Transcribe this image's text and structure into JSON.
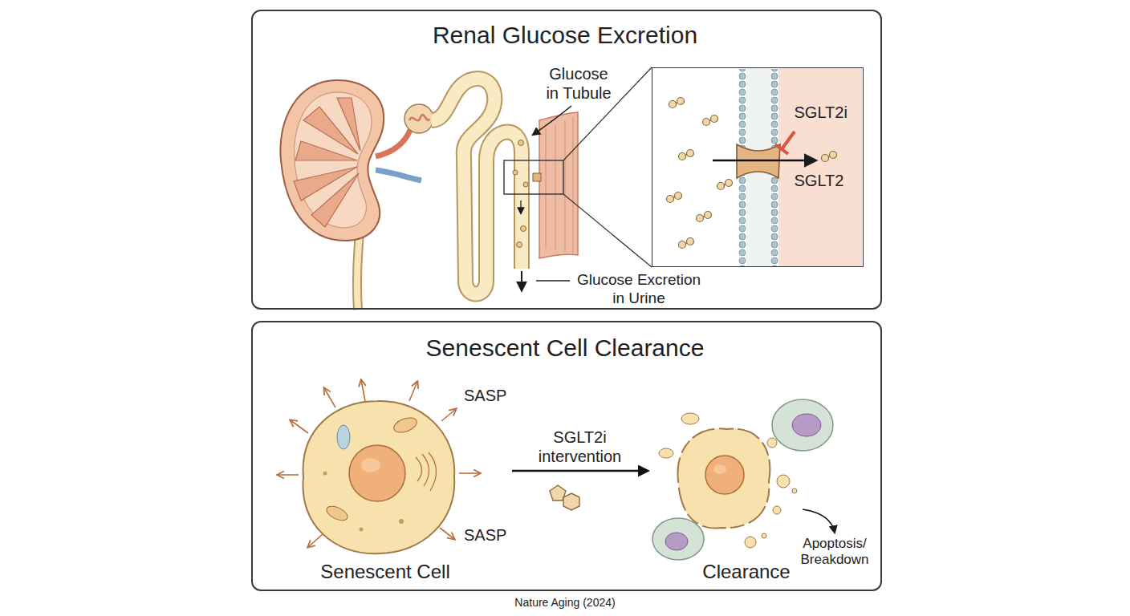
{
  "diagram": {
    "caption": "Nature Aging (2024)",
    "nodes": [
      {
        "text": [
          "Renal Glucose Excretion"
        ]
      },
      {
        "text": [
          "Senescent Cell Clearance"
        ]
      },
      {
        "text": [
          "SGLT2i",
          "SGLT2"
        ],
        "in": 0
      },
      {
        "text": [
          "Senescent Cell"
        ],
        "in": 1
      },
      {
        "text": [
          "Clearance"
        ],
        "in": 1
      }
    ],
    "edges": [
      {
        "from": 3,
        "to": 4,
        "arrow": "to",
        "label": "SGLT2i intervention"
      }
    ],
    "labels": [
      "Glucose in Tubule",
      "Glucose Excretion in Urine",
      "SASP",
      "SASP",
      "Apoptosis/ Breakdown"
    ]
  }
}
